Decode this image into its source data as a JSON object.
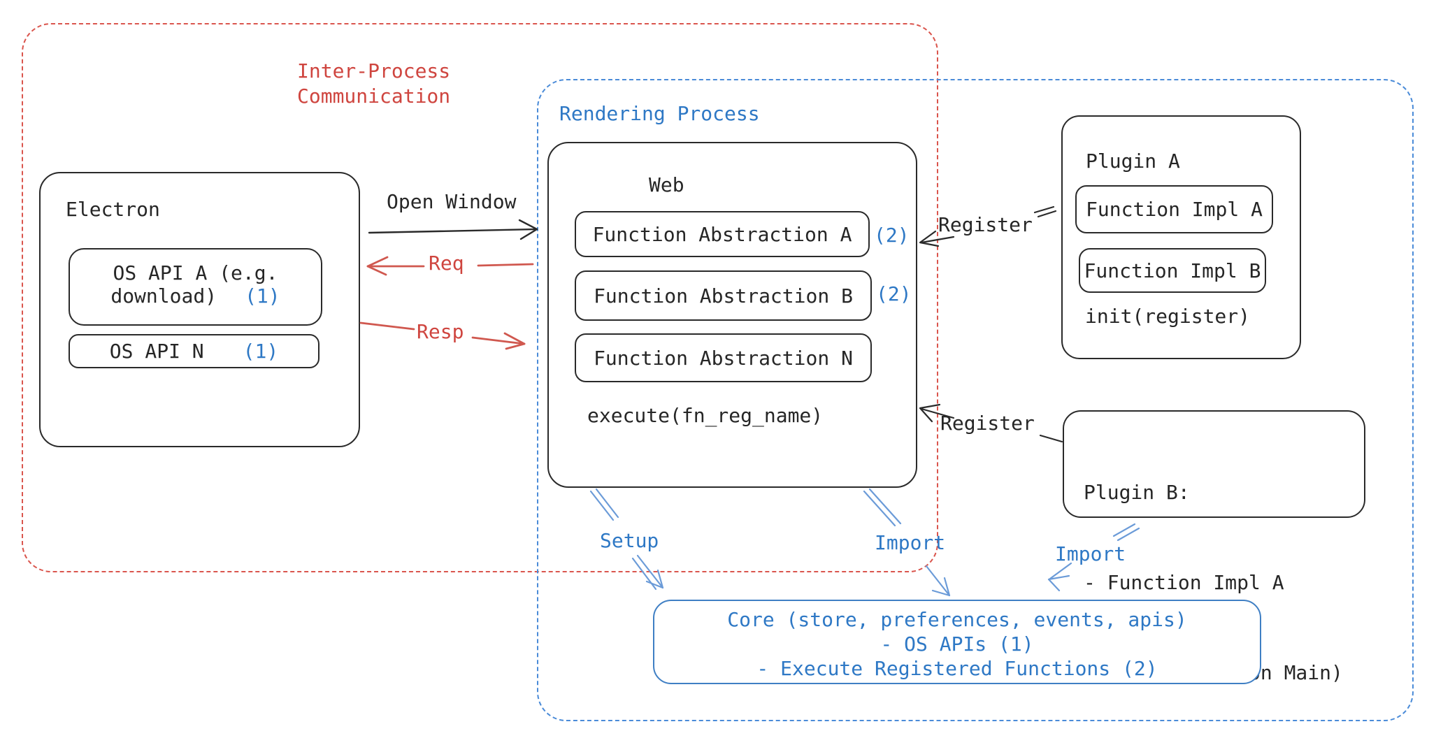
{
  "colors": {
    "red_accent": "#cf453f",
    "red_dash": "#da554d",
    "blue_accent": "#2e78c5",
    "blue_dash": "#4a8bd8",
    "blue_arrow": "#6b9bd8",
    "ink": "#2a2a2a"
  },
  "ipc": {
    "label": "Inter-Process\nCommunication"
  },
  "rendering": {
    "label": "Rendering Process"
  },
  "electron": {
    "title": "Electron",
    "os_api_a": {
      "line1": "OS API A (e.g.",
      "line2": "download)",
      "badge": "(1)"
    },
    "os_api_n": {
      "label": "OS API N",
      "badge": "(1)"
    }
  },
  "web": {
    "title": "Web",
    "items": [
      {
        "label": "Function Abstraction A",
        "badge": "(2)"
      },
      {
        "label": "Function Abstraction B",
        "badge": "(2)"
      },
      {
        "label": "Function Abstraction N",
        "badge": ""
      }
    ],
    "footer": "execute(fn_reg_name)"
  },
  "plugin_a": {
    "title": "Plugin A",
    "impl_a": "Function Impl A",
    "impl_b": "Function Impl B",
    "footer": "init(register)"
  },
  "plugin_b": {
    "lines": [
      "Plugin B:",
      "- Function Impl A",
      "- Module (run on Main)"
    ]
  },
  "core": {
    "lines": [
      "Core (store, preferences, events, apis)",
      "- OS APIs (1)",
      "- Execute Registered Functions (2)"
    ]
  },
  "arrows": {
    "open_window": "Open Window",
    "req": "Req",
    "resp": "Resp",
    "register_top": "Register",
    "register_bottom": "Register",
    "setup": "Setup",
    "import_mid": "Import",
    "import_right": "Import"
  }
}
